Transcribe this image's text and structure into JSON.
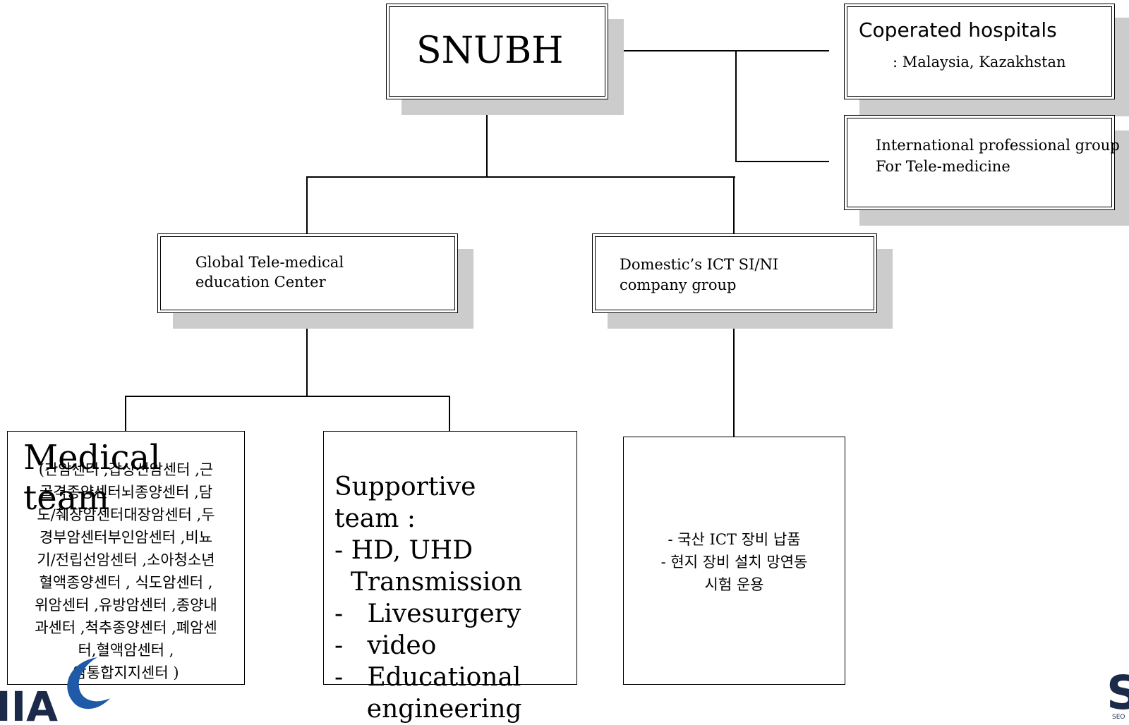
{
  "root": {
    "title": "SNUBH"
  },
  "cooperated": {
    "title": "Coperated hospitals",
    "subtitle": ": Malaysia, Kazakhstan"
  },
  "professional": {
    "line1": "International professional group",
    "line2": "For Tele-medicine"
  },
  "global_center": {
    "line1": "Global Tele-medical",
    "line2": "education Center"
  },
  "domestic": {
    "line1": "Domestic’s ICT SI/NI",
    "line2": "company group"
  },
  "medical_team": {
    "title_line1": "Medical",
    "title_line2": "team",
    "centers": "(간암센터 ,갑상선암센터 ,근\n골격종양센터뇌종양센터 ,담\n도/췌장암센터대장암센터 ,두\n경부암센터부인암센터 ,비뇨\n기/전립선암센터 ,소아청소년\n혈액종양센터 , 식도암센터 ,\n위암센터 ,유방암센터 ,종양내\n과센터 ,척추종양센터 ,폐암센\n터,혈액암센터 ,\n암통합지지센터 )"
  },
  "supportive_team": {
    "title_line1": "Supportive",
    "title_line2": "team :",
    "items": [
      "- HD, UHD",
      "  Transmission",
      "-   Livesurgery",
      "-   video",
      "-   Educational",
      "    engineering"
    ]
  },
  "ict_tasks": {
    "lines": [
      "- 국산 ICT 장비 납품",
      "- 현지 장비 설치 망연동",
      "시험 운용"
    ]
  },
  "logos": {
    "left_text": "IIA",
    "right_text": "S",
    "right_small": "SEO"
  },
  "colors": {
    "shadow": "#cccccc",
    "line": "#000000",
    "logo_blue": "#1e5aa8",
    "logo_dark": "#1c2a4a"
  }
}
